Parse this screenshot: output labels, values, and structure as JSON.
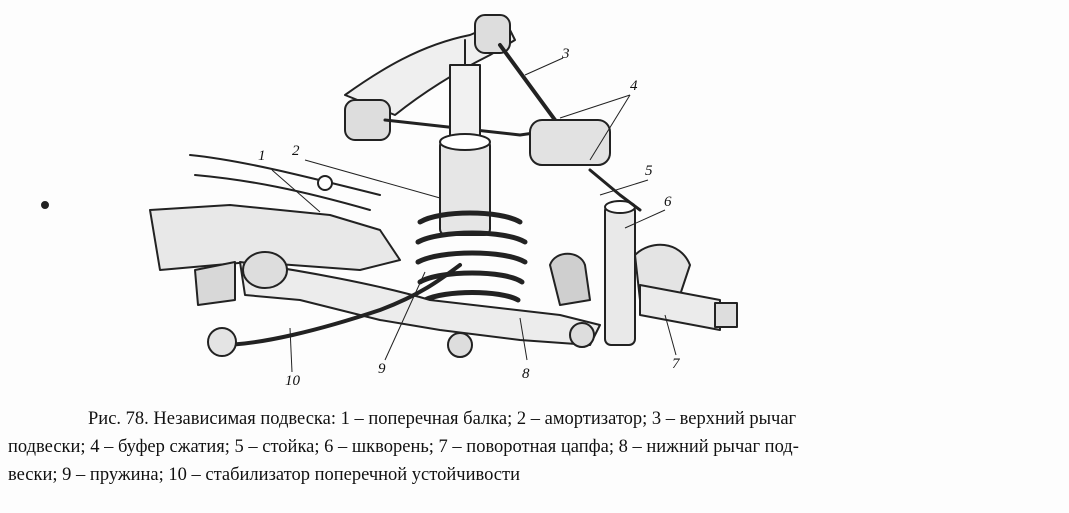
{
  "figure": {
    "callouts": [
      "1",
      "2",
      "3",
      "4",
      "5",
      "6",
      "7",
      "8",
      "9",
      "10"
    ]
  },
  "caption": {
    "lines": [
      "Рис. 78. Независимая подвеска: 1 – поперечная балка; 2 – амортизатор; 3 – верхний рычаг",
      "подвески; 4 – буфер сжатия; 5 – стойка; 6 – шкворень; 7 – поворотная цапфа; 8 – нижний рычаг под-",
      "вески; 9 – пружина; 10 – стабилизатор поперечной устойчивости"
    ]
  }
}
